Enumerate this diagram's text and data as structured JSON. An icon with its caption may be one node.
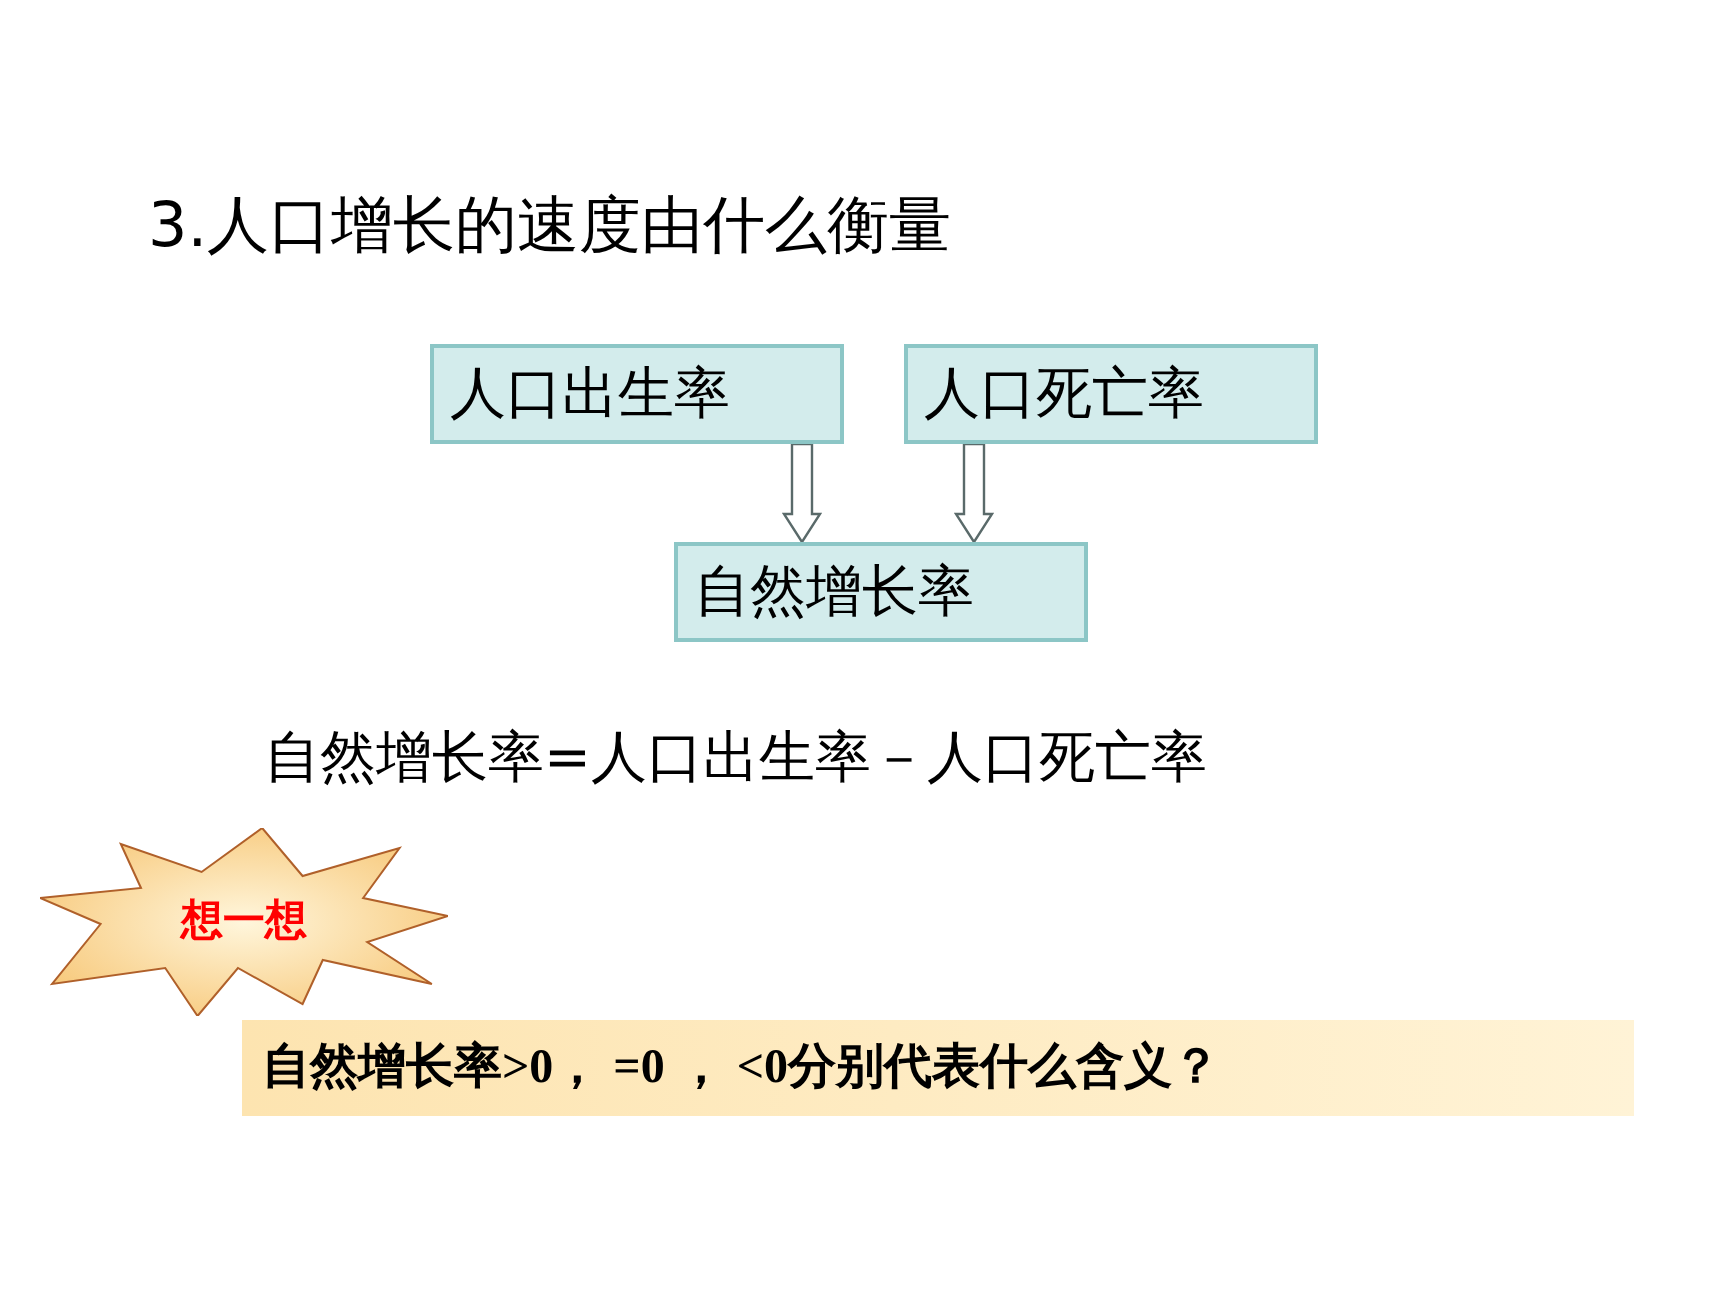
{
  "diagram": {
    "title": "3.人口增长的速度由什么衡量",
    "nodes": [
      {
        "text": [
          "人口出生率"
        ]
      },
      {
        "text": [
          "人口死亡率"
        ]
      },
      {
        "text": [
          "自然增长率"
        ]
      },
      {
        "text": [
          "想一想"
        ]
      },
      {
        "text": [
          "自然增长率>0， =0 ， <0分别代表什么含义？"
        ]
      }
    ],
    "edges": [
      {
        "from": 0,
        "to": 2,
        "arrow": "to"
      },
      {
        "from": 1,
        "to": 2,
        "arrow": "to"
      }
    ],
    "labels": [
      "自然增长率=人口出生率－人口死亡率"
    ]
  }
}
